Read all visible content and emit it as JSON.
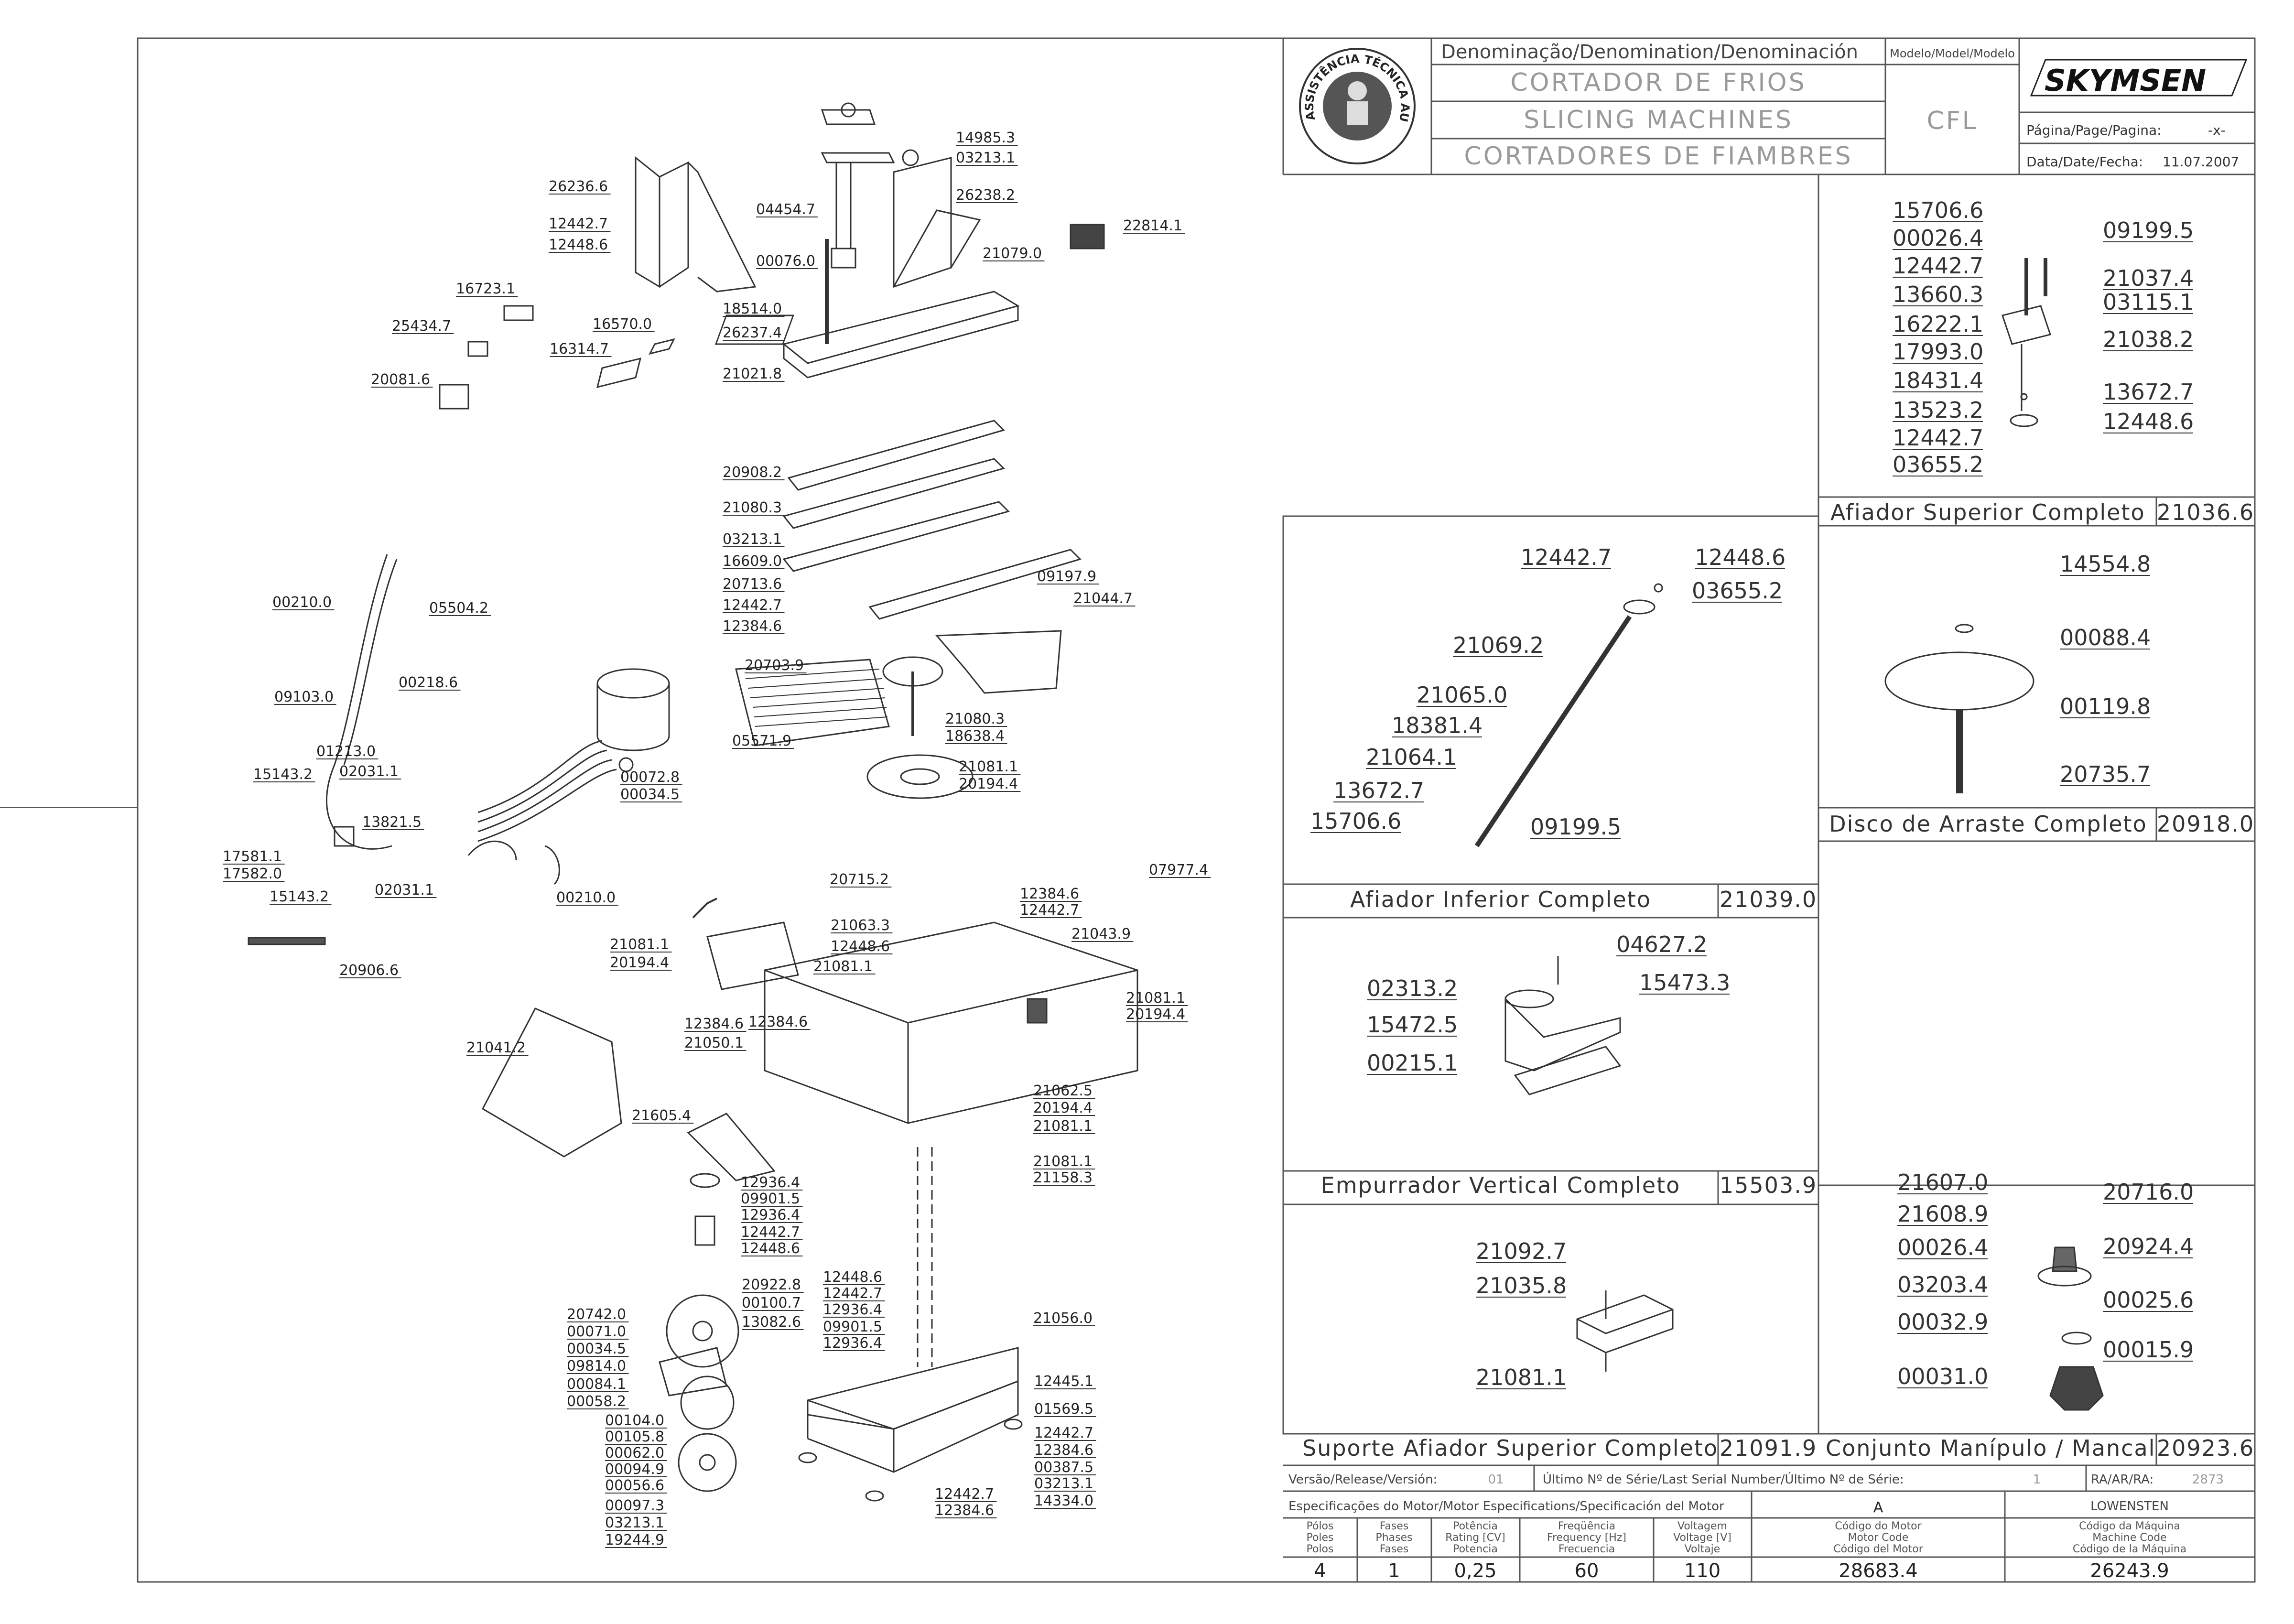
{
  "title_block": {
    "denomination_header": "Denominação/Denomination/Denominación",
    "names": [
      "CORTADOR DE FRIOS",
      "SLICING MACHINES",
      "CORTADORES DE FIAMBRES"
    ],
    "model_header": "Modelo/Model/Modelo",
    "model": "CFL",
    "brand": "SKYMSEN",
    "page_label": "Página/Page/Pagina:",
    "page_value": "-x-",
    "date_label": "Data/Date/Fecha:",
    "date_value": "11.07.2007",
    "seal_text": "ASSISTÊNCIA TÉCNICA AUTORIZADA"
  },
  "main_labels": [
    "14985.3",
    "03213.1",
    "26238.2",
    "04454.7",
    "00076.0",
    "21079.0",
    "22814.1",
    "18514.0",
    "26237.4",
    "21021.8",
    "26236.6",
    "12442.7",
    "12448.6",
    "16723.1",
    "25434.7",
    "16570.0",
    "16314.7",
    "20081.6",
    "20908.2",
    "21080.3",
    "03213.1",
    "16609.0",
    "20713.6",
    "12442.7",
    "12384.6",
    "09197.9",
    "21044.7",
    "00210.0",
    "05504.2",
    "00218.6",
    "09103.0",
    "01213.0",
    "02031.1",
    "15143.2",
    "00072.8",
    "00034.5",
    "20703.9",
    "05571.9",
    "21080.3",
    "18638.4",
    "21081.1",
    "20194.4",
    "13821.5",
    "17581.1",
    "17582.0",
    "15143.2",
    "02031.1",
    "00210.0",
    "07977.4",
    "20906.6",
    "20715.2",
    "12384.6",
    "12442.7",
    "21063.3",
    "12448.6",
    "21081.1",
    "21043.9",
    "21081.1",
    "20194.4",
    "21081.1",
    "20194.4",
    "12384.6",
    "12384.6",
    "21050.1",
    "21041.2",
    "21062.5",
    "20194.4",
    "21081.1",
    "21605.4",
    "21081.1",
    "21158.3",
    "12936.4",
    "09901.5",
    "12936.4",
    "12442.7",
    "12448.6",
    "12448.6",
    "12442.7",
    "12936.4",
    "09901.5",
    "12936.4",
    "20922.8",
    "00100.7",
    "13082.6",
    "20742.0",
    "00071.0",
    "00034.5",
    "09814.0",
    "00084.1",
    "00058.2",
    "21056.0",
    "12445.1",
    "01569.5",
    "12442.7",
    "12384.6",
    "00387.5",
    "03213.1",
    "14334.0",
    "00104.0",
    "00105.8",
    "00062.0",
    "00094.9",
    "00056.6",
    "00097.3",
    "03213.1",
    "19244.9",
    "12442.7",
    "12384.6"
  ],
  "sections": {
    "afiador_superior": {
      "title": "Afiador Superior Completo",
      "code": "21036.6",
      "labels_left": [
        "15706.6",
        "00026.4",
        "12442.7",
        "13660.3",
        "16222.1",
        "17993.0",
        "18431.4",
        "13523.2",
        "12442.7",
        "03655.2"
      ],
      "labels_right": [
        "09199.5",
        "21037.4",
        "03115.1",
        "21038.2",
        "13672.7",
        "12448.6"
      ]
    },
    "afiador_inferior": {
      "title": "Afiador Inferior Completo",
      "code": "21039.0",
      "labels": [
        "12442.7",
        "12448.6",
        "03655.2",
        "21069.2",
        "21065.0",
        "18381.4",
        "21064.1",
        "13672.7",
        "15706.6",
        "09199.5"
      ]
    },
    "disco_arraste": {
      "title": "Disco de Arraste Completo",
      "code": "20918.0",
      "labels": [
        "14554.8",
        "00088.4",
        "00119.8",
        "20735.7"
      ]
    },
    "empurrador": {
      "title": "Empurrador Vertical Completo",
      "code": "15503.9",
      "labels": [
        "04627.2",
        "02313.2",
        "15473.3",
        "15472.5",
        "00215.1"
      ]
    },
    "suporte_afiador": {
      "title": "Suporte Afiador Superior Completo",
      "code": "21091.9",
      "labels": [
        "21092.7",
        "21035.8",
        "21081.1"
      ]
    },
    "conjunto_manipulo": {
      "title": "Conjunto Manípulo / Mancal",
      "code": "20923.6",
      "labels_left": [
        "21607.0",
        "21608.9",
        "00026.4",
        "03203.4",
        "00032.9",
        "00031.0"
      ],
      "labels_right": [
        "20716.0",
        "20924.4",
        "00025.6",
        "00015.9"
      ]
    }
  },
  "footer": {
    "release_label": "Versão/Release/Versión:",
    "release_value": "01",
    "serial_label": "Último Nº de Série/Last Serial Number/Último Nº de Série:",
    "serial_value": "1",
    "ra_label": "RA/AR/RA:",
    "ra_value": "2873",
    "motor_spec_label": "Especificações do Motor/Motor Especifications/Specificación del Motor",
    "motor_type": "A",
    "motor_brand": "LOWENSTEN",
    "columns": [
      {
        "h1": "Pólos",
        "h2": "Poles",
        "h3": "Polos",
        "value": "4"
      },
      {
        "h1": "Fases",
        "h2": "Phases",
        "h3": "Fases",
        "value": "1"
      },
      {
        "h1": "Potência",
        "h2": "Rating [CV]",
        "h3": "Potencia",
        "value": "0,25"
      },
      {
        "h1": "Freqüência",
        "h2": "Frequency [Hz]",
        "h3": "Frecuencia",
        "value": "60"
      },
      {
        "h1": "Voltagem",
        "h2": "Voltage [V]",
        "h3": "Voltaje",
        "value": "110"
      },
      {
        "h1": "Código do Motor",
        "h2": "Motor Code",
        "h3": "Código del Motor",
        "value": "28683.4"
      },
      {
        "h1": "Código da Máquina",
        "h2": "Machine Code",
        "h3": "Código de la Máquina",
        "value": "26243.9"
      }
    ]
  }
}
